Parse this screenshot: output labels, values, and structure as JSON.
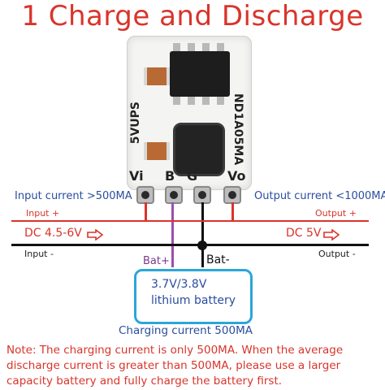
{
  "title": "1 Charge and Discharge",
  "board": {
    "silk_left": "5VUPS",
    "silk_right": "ND1A05MA",
    "pads": [
      "Vi",
      "B",
      "G",
      "Vo"
    ]
  },
  "labels": {
    "input_current": "Input current >500MA",
    "output_current": "Output current <1000MA",
    "input_plus": "Input +",
    "output_plus": "Output +",
    "dc_in": "DC 4.5-6V",
    "dc_out": "DC 5V",
    "input_minus": "Input -",
    "output_minus": "Output -",
    "bat_plus": "Bat+",
    "bat_minus": "Bat-"
  },
  "battery": {
    "line1": "3.7V/3.8V",
    "line2": "lithium battery"
  },
  "charging_current": "Charging current 500MA",
  "note": "Note: The charging current is only 500MA. When the average discharge current is greater than 500MA, please use a larger capacity battery and fully charge the battery first.",
  "colors": {
    "red": "#d9342b",
    "blue": "#2b4d9e",
    "battery_border": "#2aa6d9",
    "bat_wire": "#9b4fb0",
    "ground_wire": "#111111"
  },
  "icons": [
    "arrow-right-icon",
    "arrow-right-icon"
  ]
}
